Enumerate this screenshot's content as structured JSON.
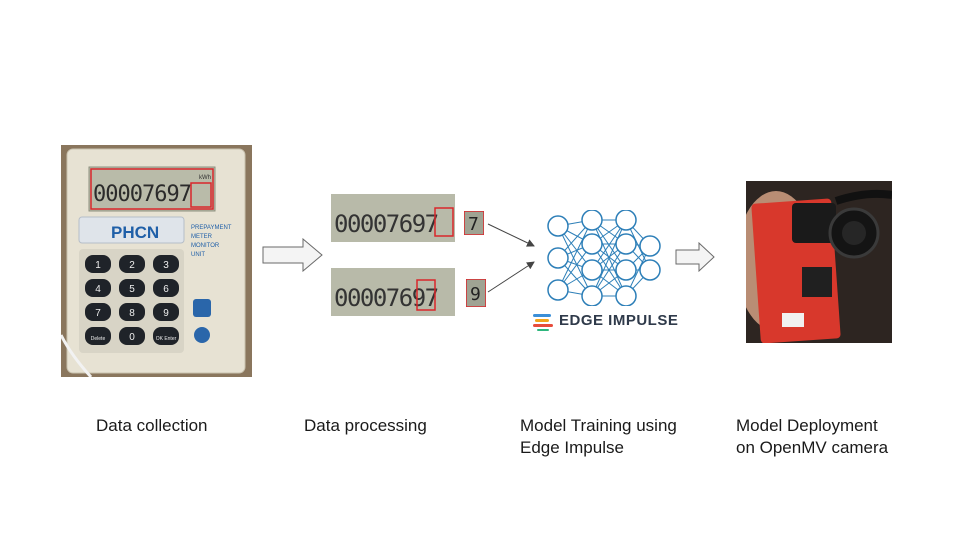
{
  "stages": [
    {
      "caption": "Data collection"
    },
    {
      "caption": "Data processing"
    },
    {
      "caption": "Model Training using\nEdge Impulse"
    },
    {
      "caption": "Model Deployment\non OpenMV camera"
    }
  ],
  "meter": {
    "reading": "00007697",
    "unit": "kWh",
    "brand": "PHCN",
    "side_label": [
      "PREPAYMENT",
      "METER",
      "MONITOR",
      "UNIT"
    ],
    "keys": [
      "1",
      "2",
      "3",
      "4",
      "5",
      "6",
      "7",
      "8",
      "9",
      "Delete",
      "0",
      "OK Enter"
    ]
  },
  "processing": {
    "top_reading": "00007697",
    "top_digit": "7",
    "bottom_reading": "00007697",
    "bottom_digit": "9"
  },
  "edge_impulse": {
    "logo_text": "EDGE IMPULSE"
  },
  "colors": {
    "highlight": "#d9262b",
    "network": "#2d7fb8",
    "logo_bars": [
      "#3b8fd8",
      "#f2a51c",
      "#e74c3c",
      "#2eb67d"
    ]
  }
}
